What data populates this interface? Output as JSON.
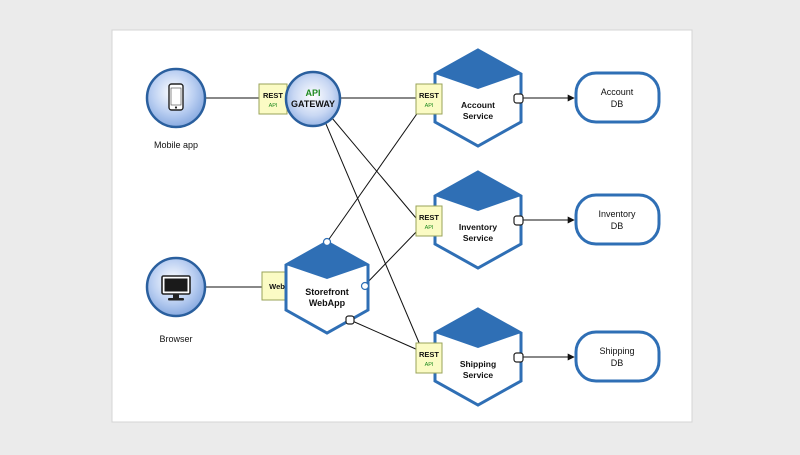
{
  "colors": {
    "background": "#ebebeb",
    "paper": "#ffffff",
    "node_blue": "#2f6fb5",
    "node_fill_light": "#a9c3ee",
    "node_stroke": "#2a5f9e",
    "badge_fill": "#fbfbc4",
    "badge_stroke": "#9aa35a",
    "api_green": "#1f8a1f",
    "line": "#111111"
  },
  "clients": {
    "mobile": {
      "label": "Mobile app",
      "icon": "smartphone-icon"
    },
    "browser": {
      "label": "Browser",
      "icon": "monitor-icon"
    }
  },
  "gateway": {
    "line1": "API",
    "line2": "GATEWAY"
  },
  "badges": {
    "rest_top": "REST",
    "rest_bottom": "API",
    "web": "Web"
  },
  "webapp": {
    "line1": "Storefront",
    "line2": "WebApp"
  },
  "services": [
    {
      "line1": "Account",
      "line2": "Service"
    },
    {
      "line1": "Inventory",
      "line2": "Service"
    },
    {
      "line1": "Shipping",
      "line2": "Service"
    }
  ],
  "databases": [
    {
      "line1": "Account",
      "line2": "DB"
    },
    {
      "line1": "Inventory",
      "line2": "DB"
    },
    {
      "line1": "Shipping",
      "line2": "DB"
    }
  ]
}
